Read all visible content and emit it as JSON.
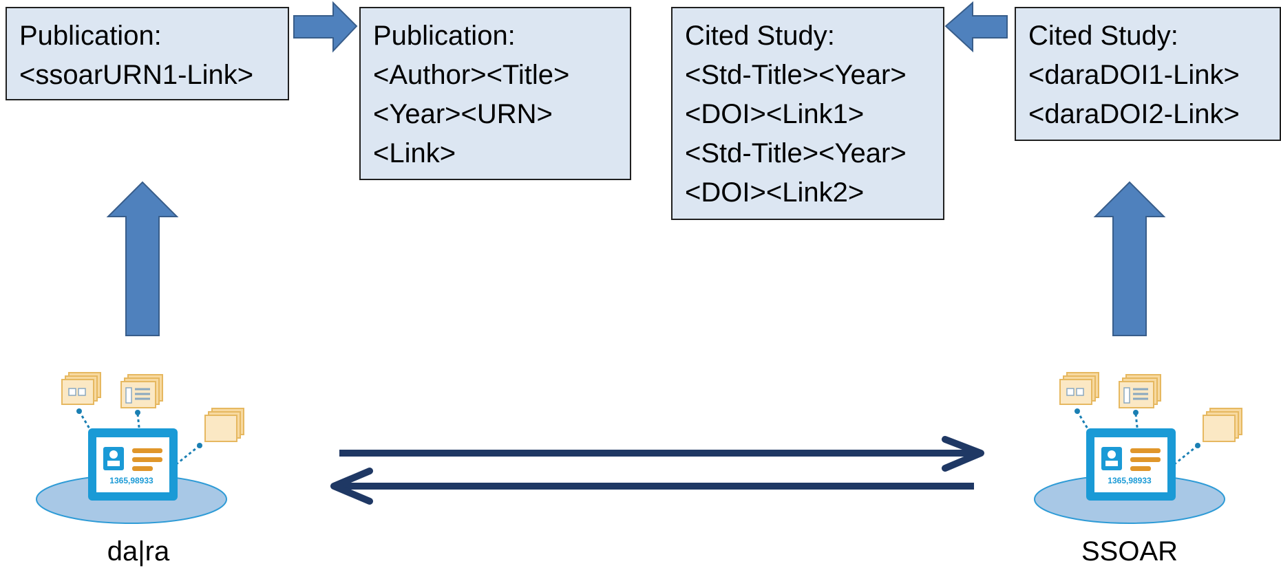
{
  "boxes": [
    {
      "id": "box-dara-publication-link",
      "lines": [
        "Publication:",
        "<ssoarURN1-Link>"
      ]
    },
    {
      "id": "box-publication-details",
      "lines": [
        "Publication:",
        "<Author><Title>",
        "<Year><URN>",
        "<Link>"
      ]
    },
    {
      "id": "box-cited-study-details",
      "lines": [
        "Cited Study:",
        "<Std-Title><Year>",
        "<DOI><Link1>",
        "<Std-Title><Year>",
        "<DOI><Link2>"
      ]
    },
    {
      "id": "box-ssoar-study-links",
      "lines": [
        "Cited Study:",
        "<daraDOI1-Link>",
        "<daraDOI2-Link>"
      ]
    }
  ],
  "systems": {
    "left": {
      "label": "da|ra",
      "screen_value": "1365,98933"
    },
    "right": {
      "label": "SSOAR",
      "screen_value": "1365,98933"
    }
  },
  "colors": {
    "box_fill": "#dce6f2",
    "box_border": "#1f1f1f",
    "block_arrow": "#4f81bd",
    "block_arrow_border": "#385d8a",
    "exchange_arrow": "#1f3864",
    "platform": "#a8c8e6",
    "platform_border": "#2e9bd6",
    "screen": "#1a9ad6",
    "card": "#f7d9a0"
  }
}
